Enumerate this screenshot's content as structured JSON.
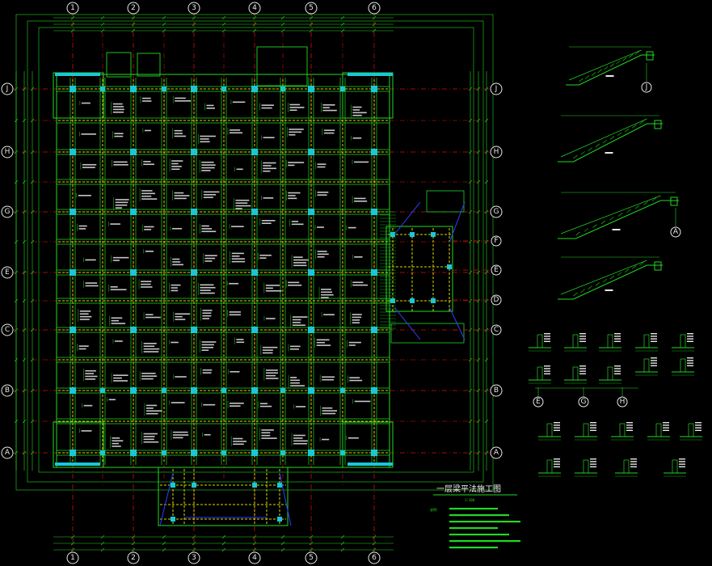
{
  "drawing": {
    "title": "一层梁平法施工图",
    "scale": "1:100",
    "notes_heading": "说明："
  },
  "axes": {
    "columns": [
      "1",
      "2",
      "3",
      "4",
      "5",
      "6"
    ],
    "rows": [
      "J",
      "H",
      "G",
      "E",
      "C",
      "B",
      "A"
    ],
    "annex_rows": [
      "F",
      "E",
      "D",
      "C"
    ]
  },
  "sections": {
    "stair_labels": [
      "J",
      "A"
    ],
    "detail_axes": [
      "E",
      "G",
      "H"
    ]
  },
  "colors": {
    "background": "#000000",
    "axis": "#d01010",
    "dimension": "#22d822",
    "beam": "#d8d800",
    "column": "#19c8d8",
    "text": "#e8e8e8",
    "stair_outline": "#3040ff"
  }
}
